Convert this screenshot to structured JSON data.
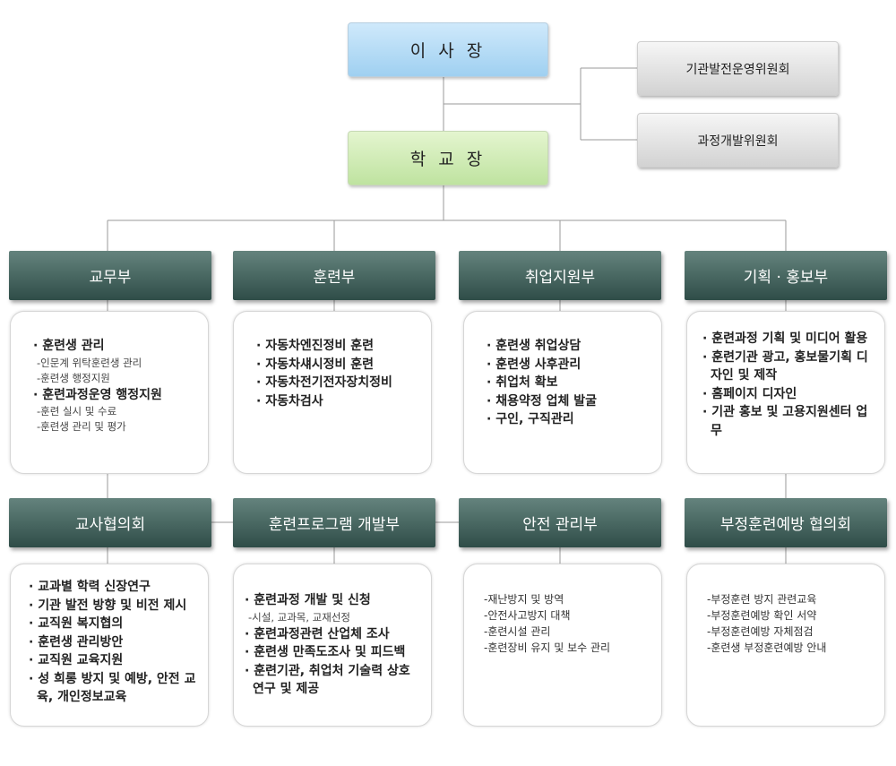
{
  "top": {
    "chairman": "이 사 장",
    "principal": "학 교 장",
    "committees": [
      "기관발전운영위원회",
      "과정개발위원회"
    ]
  },
  "departments": [
    {
      "name": "교무부",
      "items": [
        {
          "text": "훈련생 관리",
          "sub": [
            "인문계 위탁훈련생 관리",
            "훈련생 행정지원"
          ]
        },
        {
          "text": "훈련과정운영 행정지원",
          "sub": [
            "훈련 실시 및 수료",
            "훈련생 관리 및 평가"
          ]
        }
      ]
    },
    {
      "name": "훈련부",
      "items": [
        {
          "text": "자동차엔진정비 훈련"
        },
        {
          "text": "자동차섀시정비 훈련"
        },
        {
          "text": "자동차전기전자장치정비"
        },
        {
          "text": "자동차검사"
        }
      ]
    },
    {
      "name": "취업지원부",
      "items": [
        {
          "text": "훈련생 취업상담"
        },
        {
          "text": "훈련생 사후관리"
        },
        {
          "text": "취업처 확보"
        },
        {
          "text": "채용약정 업체 발굴"
        },
        {
          "text": "구인, 구직관리"
        }
      ]
    },
    {
      "name": "기획 · 홍보부",
      "items": [
        {
          "text": "훈련과정 기획 및 미디어 활용"
        },
        {
          "text": "훈련기관 광고, 홍보물기획 디자인 및 제작"
        },
        {
          "text": "홈페이지 디자인"
        },
        {
          "text": "기관 홍보 및 고용지원센터 업무"
        }
      ]
    }
  ],
  "sections": [
    {
      "name": "교사협의회",
      "items": [
        {
          "text": "교과별 학력 신장연구"
        },
        {
          "text": "기관 발전 방향 및 비전 제시"
        },
        {
          "text": "교직원 복지협의"
        },
        {
          "text": "훈련생 관리방안"
        },
        {
          "text": "교직원 교육지원"
        },
        {
          "text": "성 희롱 방지 및 예방, 안전 교육, 개인정보교육"
        }
      ]
    },
    {
      "name": "훈련프로그램 개발부",
      "items": [
        {
          "text": "훈련과정 개발 및 신청",
          "sub": [
            "시설, 교과목, 교재선정"
          ]
        },
        {
          "text": "훈련과정관련 산업체 조사"
        },
        {
          "text": "훈련생 만족도조사 및 피드백"
        },
        {
          "text": "훈련기관, 취업처 기술력 상호 연구 및 제공"
        }
      ]
    },
    {
      "name": "안전 관리부",
      "plain": [
        "재난방지 및 방역",
        "안전사고방지 대책",
        "훈련시설 관리",
        "훈련장비 유지 및 보수 관리"
      ]
    },
    {
      "name": "부정훈련예방 협의회",
      "plain": [
        "부정훈련 방지 관련교육",
        "부정훈련예방 확인 서약",
        "부정훈련예방 자체점검",
        "훈련생  부정훈련예방 안내"
      ]
    }
  ]
}
